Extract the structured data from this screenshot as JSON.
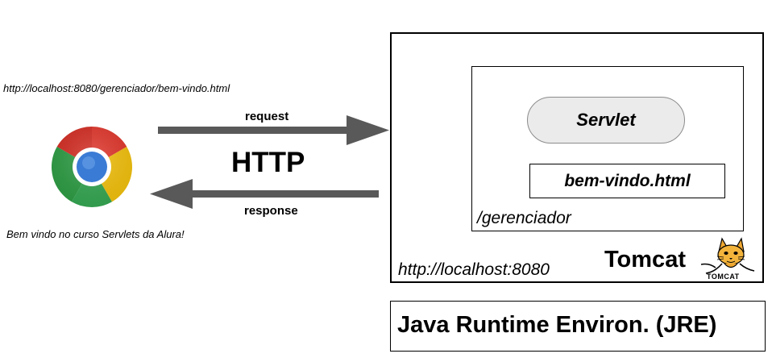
{
  "browser": {
    "url": "http://localhost:8080/gerenciador/bem-vindo.html",
    "page_message": "Bem vindo no curso Servlets da Alura!",
    "logo_icon": "chrome-icon"
  },
  "connection": {
    "request_label": "request",
    "protocol_label": "HTTP",
    "response_label": "response",
    "arrow_color": "#595959"
  },
  "server": {
    "name": "Tomcat",
    "url": "http://localhost:8080",
    "logo_icon": "tomcat-cat-icon",
    "logo_text": "TOMCAT",
    "application": {
      "context_path": "/gerenciador",
      "servlet_label": "Servlet",
      "resource_label": "bem-vindo.html"
    }
  },
  "runtime": {
    "label": "Java Runtime Environ. (JRE)"
  }
}
